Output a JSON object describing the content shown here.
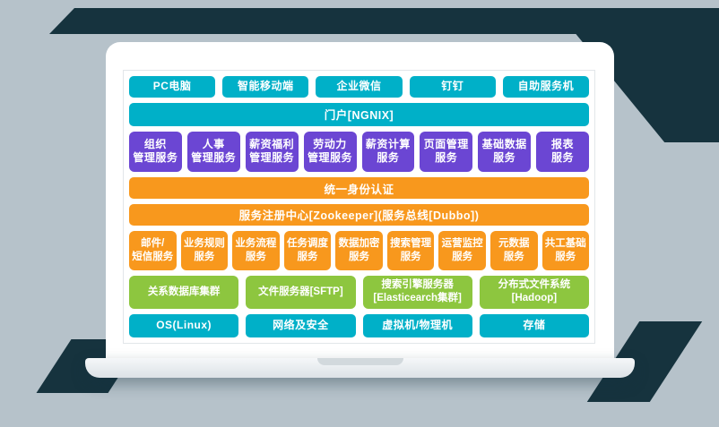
{
  "colors": {
    "teal": "#00b0c8",
    "purple": "#6b46d3",
    "orange": "#f8981d",
    "green": "#8dc63f",
    "dark": "#16333e",
    "background": "#b6c2ca",
    "laptop": "#ffffff"
  },
  "diagram": {
    "clients": [
      "PC电脑",
      "智能移动端",
      "企业微信",
      "钉钉",
      "自助服务机"
    ],
    "portal": "门户[NGNIX]",
    "apps": [
      "组织\n管理服务",
      "人事\n管理服务",
      "薪资福利\n管理服务",
      "劳动力\n管理服务",
      "薪资计算\n服务",
      "页面管理\n服务",
      "基础数据\n服务",
      "报表\n服务"
    ],
    "auth": "统一身份认证",
    "registry": "服务注册中心[Zookeeper](服务总线[Dubbo])",
    "services": [
      "邮件/\n短信服务",
      "业务规则\n服务",
      "业务流程\n服务",
      "任务调度\n服务",
      "数据加密\n服务",
      "搜索管理\n服务",
      "运营监控\n服务",
      "元数据\n服务",
      "共工基础\n服务"
    ],
    "data_layer": [
      "关系数据库集群",
      "文件服务器[SFTP]",
      "搜索引擎服务器\n[Elasticearch集群]",
      "分布式文件系统\n[Hadoop]"
    ],
    "infra": [
      "OS(Linux)",
      "网络及安全",
      "虚拟机/物理机",
      "存储"
    ]
  }
}
